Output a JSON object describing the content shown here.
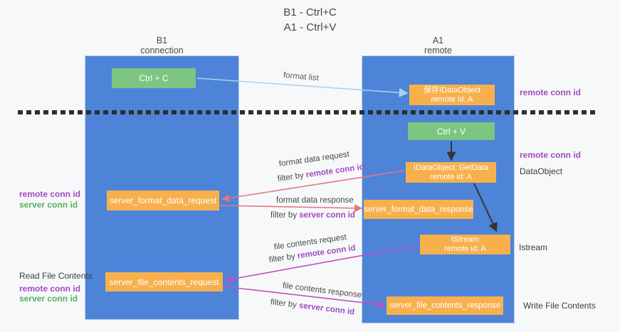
{
  "title": {
    "line1": "B1 - Ctrl+C",
    "line2": "A1 - Ctrl+V"
  },
  "columns": {
    "left": {
      "name": "B1",
      "role": "connection"
    },
    "right": {
      "name": "A1",
      "role": "remote"
    }
  },
  "boxes": {
    "ctrl_c": "Ctrl + C",
    "ctrl_v": "Ctrl + V",
    "save_dataobject": {
      "line1": "保存IDataObject",
      "line2": "remote id: A"
    },
    "getdata": {
      "line1": "IDataObject::GetData",
      "line2": "remote id: A"
    },
    "istream": {
      "line1": "IStream",
      "line2": "remote id: A"
    },
    "format_request": "server_format_data_request",
    "format_response": "server_format_data_response",
    "file_request": "server_file_contents_request",
    "file_response": "server_file_contents_response"
  },
  "arrow_labels": {
    "format_list": "format list",
    "format_data_request": "format data request",
    "format_data_response": "format data response",
    "file_contents_request": "file contents request",
    "file_contents_response": "file contents response",
    "filter_prefix": "filter by",
    "remote_conn_id": "remote conn id",
    "server_conn_id": "server conn id"
  },
  "side_labels": {
    "format_remote": "remote conn id",
    "format_server": "server conn id",
    "read_title": "Read File Contents",
    "file_remote": "remote conn id",
    "file_server": "server conn id",
    "right_remote_top": "remote conn id",
    "right_remote_mid": "remote conn id",
    "dataobject": "DataObject",
    "istream": "Istream",
    "write_title": "Write File Contents"
  },
  "colors": {
    "column_blue": "#4d84d8",
    "green_box": "#7cc681",
    "orange_box": "#f8b04d",
    "purple_text": "#a24bbe",
    "green_text": "#53b15e",
    "arrow_blue": "#a9d3ee",
    "arrow_red": "#e77681",
    "arrow_magenta": "#c44fc0",
    "arrow_black": "#333333"
  }
}
